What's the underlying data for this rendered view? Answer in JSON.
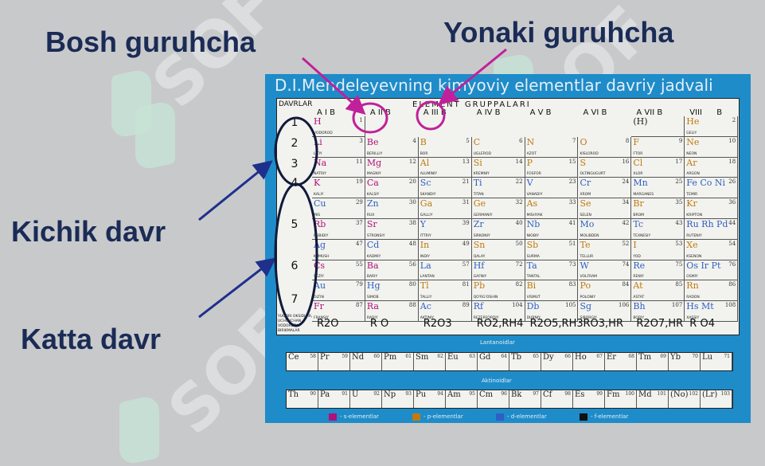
{
  "labels": {
    "bosh": "Bosh guruhcha",
    "yonaki": "Yonaki guruhcha",
    "kichik": "Kichik davr",
    "katta": "Katta davr"
  },
  "board": {
    "title": "D.I.Mendeleyevning kimyoviy elementlar davriy jadvali",
    "davrlar": "DAVRLAR",
    "groups_title": "ELEMENT GRUPPALARI",
    "group_headers": [
      "A I B",
      "A II B",
      "A III B",
      "A IV B",
      "A V B",
      "A VI B",
      "A VII B",
      "VIII",
      "B"
    ],
    "periods": [
      "1",
      "2",
      "3",
      "4",
      "5",
      "6",
      "7"
    ],
    "oxide_label": "YUQORI OKSIDLAR, UCHUVCHAN VODORODLI BIRIKMALAR",
    "oxides": [
      "R2O",
      "R O",
      "R2O3",
      "RO2,RH4",
      "R2O5,RH3",
      "RO3,HR",
      "R2O7,HR",
      "R O4"
    ],
    "lantanoidlar": "Lantanoidlar",
    "aktinoidlar": "Aktinoidlar",
    "legend": [
      "- s-elementlar",
      "- p-elementlar",
      "- d-elementlar",
      "- f-elementlar"
    ],
    "colors": {
      "s": "#b0107a",
      "p": "#c07a10",
      "d": "#2f5fc4",
      "f": "#222222",
      "board": "#1e8cc8",
      "arrow_magenta": "#c0219a",
      "arrow_navy": "#1e2f8c"
    },
    "rows": [
      [
        [
          "H",
          "1",
          "VODOROD",
          "s"
        ],
        null,
        null,
        null,
        null,
        null,
        [
          "(H)",
          "",
          "",
          "f"
        ],
        [
          "He",
          "2",
          "GELIY",
          "p"
        ]
      ],
      [
        [
          "Li",
          "3",
          "LITIY",
          "s"
        ],
        [
          "Be",
          "4",
          "BERILLIY",
          "s"
        ],
        [
          "B",
          "5",
          "BOR",
          "p"
        ],
        [
          "C",
          "6",
          "UGLEROD",
          "p"
        ],
        [
          "N",
          "7",
          "AZOT",
          "p"
        ],
        [
          "O",
          "8",
          "KISLOROD",
          "p"
        ],
        [
          "F",
          "9",
          "FTOR",
          "p"
        ],
        [
          "Ne",
          "10",
          "NEON",
          "p"
        ]
      ],
      [
        [
          "Na",
          "11",
          "NATRIY",
          "s"
        ],
        [
          "Mg",
          "12",
          "MAGNIY",
          "s"
        ],
        [
          "Al",
          "13",
          "ALUMINIY",
          "p"
        ],
        [
          "Si",
          "14",
          "KREMNIY",
          "p"
        ],
        [
          "P",
          "15",
          "FOSFOR",
          "p"
        ],
        [
          "S",
          "16",
          "OLTINGUGURT",
          "p"
        ],
        [
          "Cl",
          "17",
          "XLOR",
          "p"
        ],
        [
          "Ar",
          "18",
          "ARGON",
          "p"
        ]
      ],
      [
        [
          "K",
          "19",
          "KALIY",
          "s"
        ],
        [
          "Ca",
          "20",
          "KALSIY",
          "s"
        ],
        [
          "Sc",
          "21",
          "SKANDIY",
          "d"
        ],
        [
          "Ti",
          "22",
          "TITAN",
          "d"
        ],
        [
          "V",
          "23",
          "VANADIY",
          "d"
        ],
        [
          "Cr",
          "24",
          "XROM",
          "d"
        ],
        [
          "Mn",
          "25",
          "MARGANES",
          "d"
        ],
        [
          "Fe Co Ni",
          "26",
          "TEMIR",
          "d"
        ]
      ],
      [
        [
          "Cu",
          "29",
          "MIS",
          "d"
        ],
        [
          "Zn",
          "30",
          "RUX",
          "d"
        ],
        [
          "Ga",
          "31",
          "GALLIY",
          "p"
        ],
        [
          "Ge",
          "32",
          "GERMANIY",
          "p"
        ],
        [
          "As",
          "33",
          "MISHYAK",
          "p"
        ],
        [
          "Se",
          "34",
          "SELEN",
          "p"
        ],
        [
          "Br",
          "35",
          "BROM",
          "p"
        ],
        [
          "Kr",
          "36",
          "KRIPTON",
          "p"
        ]
      ],
      [
        [
          "Rb",
          "37",
          "RUBIDIY",
          "s"
        ],
        [
          "Sr",
          "38",
          "STRONSIY",
          "s"
        ],
        [
          "Y",
          "39",
          "ITTRIY",
          "d"
        ],
        [
          "Zr",
          "40",
          "SIRKONIY",
          "d"
        ],
        [
          "Nb",
          "41",
          "NIOBIY",
          "d"
        ],
        [
          "Mo",
          "42",
          "MOLIBDEN",
          "d"
        ],
        [
          "Tc",
          "43",
          "TEXNESIY",
          "d"
        ],
        [
          "Ru Rh Pd",
          "44",
          "RUTENIY",
          "d"
        ]
      ],
      [
        [
          "Ag",
          "47",
          "KUMUSH",
          "d"
        ],
        [
          "Cd",
          "48",
          "KADMIY",
          "d"
        ],
        [
          "In",
          "49",
          "INDIY",
          "p"
        ],
        [
          "Sn",
          "50",
          "QALAY",
          "p"
        ],
        [
          "Sb",
          "51",
          "SURMA",
          "p"
        ],
        [
          "Te",
          "52",
          "TELLUR",
          "p"
        ],
        [
          "I",
          "53",
          "YOD",
          "p"
        ],
        [
          "Xe",
          "54",
          "KSENON",
          "p"
        ]
      ],
      [
        [
          "Cs",
          "55",
          "SEZIY",
          "s"
        ],
        [
          "Ba",
          "56",
          "BARIY",
          "s"
        ],
        [
          "La",
          "57",
          "LANTAN",
          "d"
        ],
        [
          "Hf",
          "72",
          "GAFNIY",
          "d"
        ],
        [
          "Ta",
          "73",
          "TANTAL",
          "d"
        ],
        [
          "W",
          "74",
          "VOLFRAM",
          "d"
        ],
        [
          "Re",
          "75",
          "RENIY",
          "d"
        ],
        [
          "Os Ir Pt",
          "76",
          "OSMIY",
          "d"
        ]
      ],
      [
        [
          "Au",
          "79",
          "OLTIN",
          "d"
        ],
        [
          "Hg",
          "80",
          "SIMOB",
          "d"
        ],
        [
          "Tl",
          "81",
          "TALLIY",
          "p"
        ],
        [
          "Pb",
          "82",
          "QO'RG'OSHIN",
          "p"
        ],
        [
          "Bi",
          "83",
          "VISMUT",
          "p"
        ],
        [
          "Po",
          "84",
          "POLONIY",
          "p"
        ],
        [
          "At",
          "85",
          "ASTAT",
          "p"
        ],
        [
          "Rn",
          "86",
          "RADON",
          "p"
        ]
      ],
      [
        [
          "Fr",
          "87",
          "FRANSIY",
          "s"
        ],
        [
          "Ra",
          "88",
          "RADIY",
          "s"
        ],
        [
          "Ac",
          "89",
          "AKTINIY",
          "d"
        ],
        [
          "Rf",
          "104",
          "REZERFORDIY",
          "d"
        ],
        [
          "Db",
          "105",
          "DUBNIY",
          "d"
        ],
        [
          "Sg",
          "106",
          "SIBORGIY",
          "d"
        ],
        [
          "Bh",
          "107",
          "BORIY",
          "d"
        ],
        [
          "Hs Mt",
          "108",
          "XASSIY",
          "d"
        ]
      ]
    ],
    "lanthanides": [
      [
        "Ce",
        "58"
      ],
      [
        "Pr",
        "59"
      ],
      [
        "Nd",
        "60"
      ],
      [
        "Pm",
        "61"
      ],
      [
        "Sm",
        "62"
      ],
      [
        "Eu",
        "63"
      ],
      [
        "Gd",
        "64"
      ],
      [
        "Tb",
        "65"
      ],
      [
        "Dy",
        "66"
      ],
      [
        "Ho",
        "67"
      ],
      [
        "Er",
        "68"
      ],
      [
        "Tm",
        "69"
      ],
      [
        "Yb",
        "70"
      ],
      [
        "Lu",
        "71"
      ]
    ],
    "actinides": [
      [
        "Th",
        "90"
      ],
      [
        "Pa",
        "91"
      ],
      [
        "U",
        "92"
      ],
      [
        "Np",
        "93"
      ],
      [
        "Pu",
        "94"
      ],
      [
        "Am",
        "95"
      ],
      [
        "Cm",
        "96"
      ],
      [
        "Bk",
        "97"
      ],
      [
        "Cf",
        "98"
      ],
      [
        "Es",
        "99"
      ],
      [
        "Fm",
        "100"
      ],
      [
        "Md",
        "101"
      ],
      [
        "(No)",
        "102"
      ],
      [
        "(Lr)",
        "103"
      ]
    ]
  }
}
